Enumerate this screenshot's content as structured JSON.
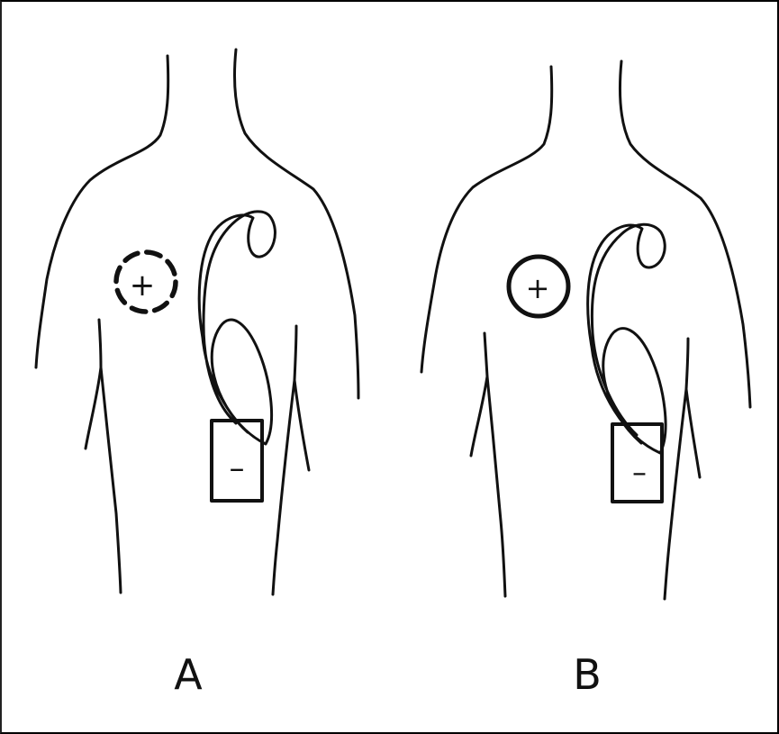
{
  "panels": [
    {
      "id": "A",
      "label": "A",
      "anode": {
        "sign": "+",
        "outline": "dashed"
      },
      "can": {
        "sign": "–"
      }
    },
    {
      "id": "B",
      "label": "B",
      "anode": {
        "sign": "+",
        "outline": "solid"
      },
      "can": {
        "sign": "–"
      }
    }
  ],
  "colors": {
    "stroke": "#111111",
    "background": "#ffffff"
  }
}
